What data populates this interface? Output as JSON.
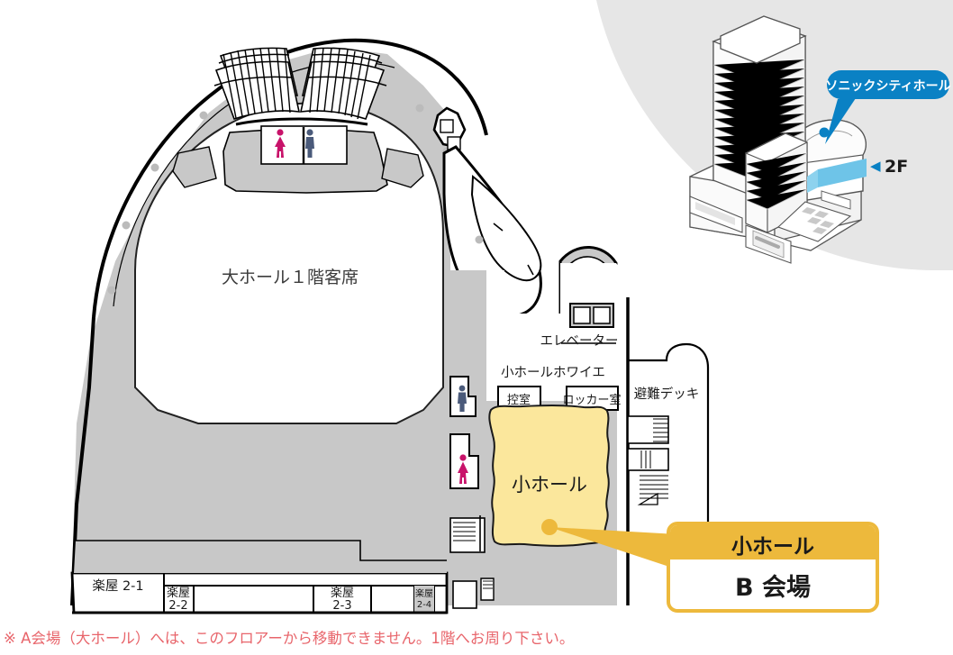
{
  "page": {
    "type": "floor-map",
    "floor": "2F",
    "venue": "ソニックシティホール"
  },
  "colors": {
    "floor_gray": "#C8C8C8",
    "bg_arc_gray": "#E6E6E6",
    "highlight_yellow": "#FBE79C",
    "callout_orange": "#EDB93C",
    "badge_blue": "#0A81C4",
    "accent_blue_band": "#6EC4E8",
    "note_red": "#E8656B",
    "restroom_pink": "#C8136A",
    "restroom_blue": "#4A5A7A",
    "outline_black": "#000000",
    "label_gray": "#3C3C3C"
  },
  "map_labels": {
    "big_hall": "大ホール１階客席",
    "small_hall": "小ホール",
    "small_hall_foyer": "小ホールホワイエ",
    "elevator": "エレベーター",
    "waiting_room": "控室",
    "locker_room": "ロッカー室",
    "evacuation_deck": "避難デッキ",
    "dressing_rooms": [
      "楽屋 2-1",
      "楽屋\n2-2",
      "楽屋\n2-3",
      "楽屋\n2-4"
    ],
    "dressing_room_1": "楽屋 2-1",
    "dressing_room_2_line1": "楽屋",
    "dressing_room_2_line2": "2-2",
    "dressing_room_3_line1": "楽屋",
    "dressing_room_3_line2": "2-3",
    "dressing_room_4_line1": "楽屋",
    "dressing_room_4_line2": "2-4"
  },
  "callout": {
    "header": "小ホール",
    "body": "B 会場"
  },
  "building": {
    "badge_label": "ソニックシティホール",
    "floor_marker": "2F",
    "floor_marker_arrow": "◀"
  },
  "note": {
    "text": "※ A会場（大ホール）へは、このフロアーから移動できません。1階へお周り下さい。"
  },
  "icons": {
    "restroom_female": "female-restroom-icon",
    "restroom_male": "male-restroom-icon",
    "elevator": "elevator-icon",
    "stairs": "stairs-icon"
  }
}
